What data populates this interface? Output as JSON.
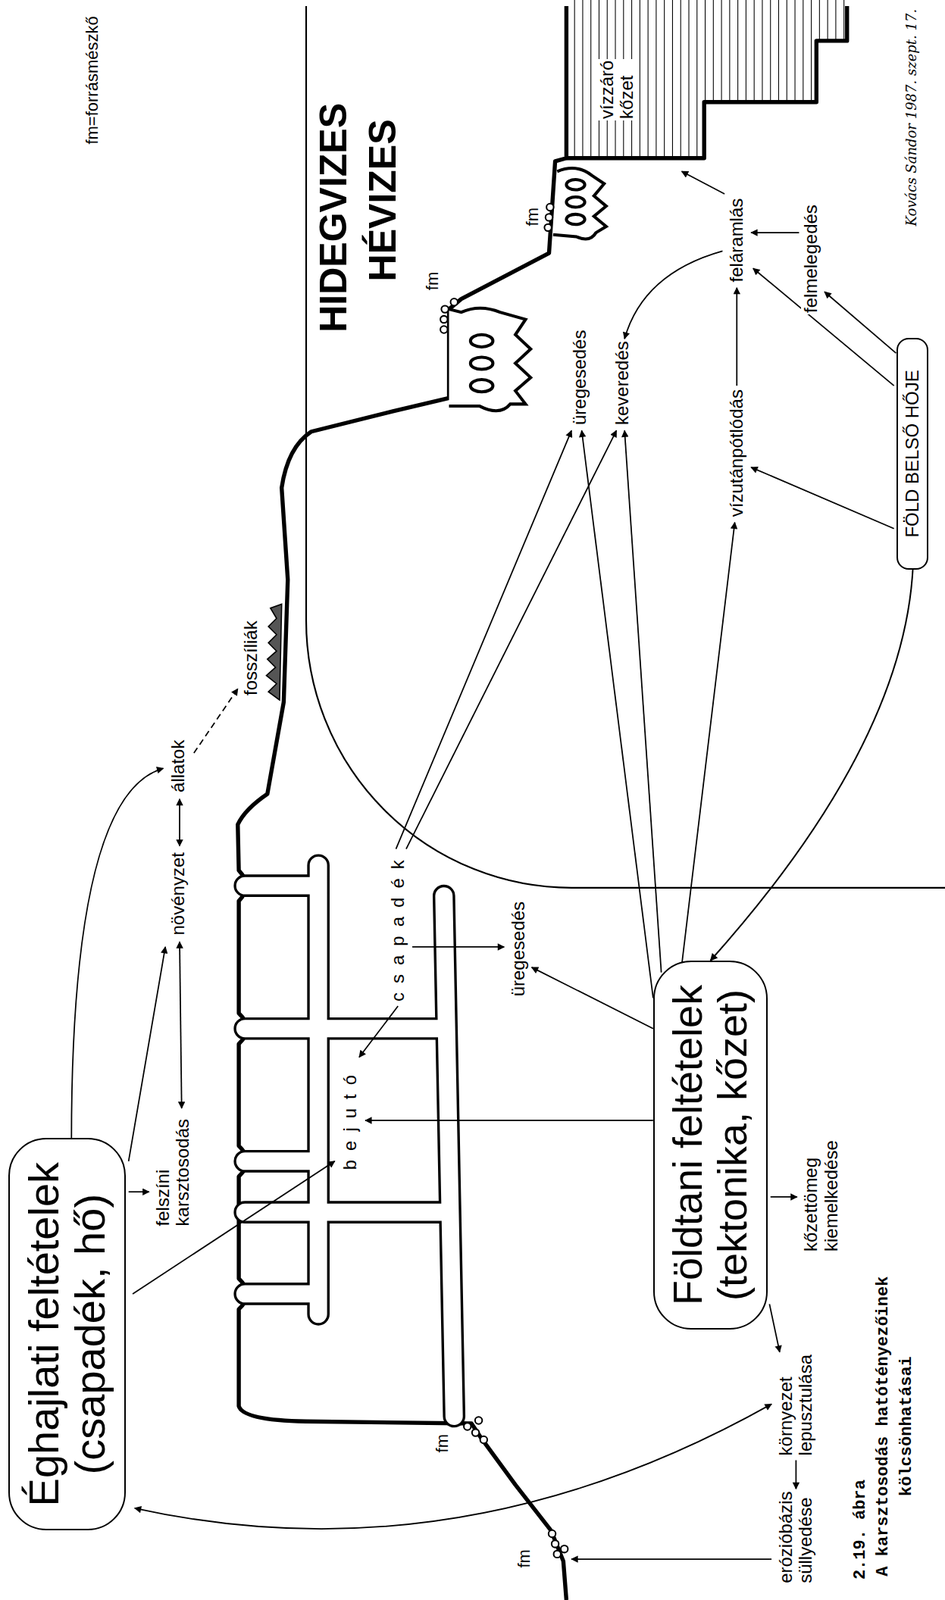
{
  "diagram": {
    "title": "2.19. ábra",
    "caption": "A karsztosodás hatótényezőinek kölcsönhatásai",
    "nodes": [
      {
        "text": [
          "Éghajlati feltételek",
          "(csapadék, hő)"
        ]
      },
      {
        "text": [
          "Földtani feltételek",
          "(tektonika, kőzet)"
        ]
      },
      {
        "text": [
          "FÖLD BELSŐ HŐJE"
        ]
      }
    ],
    "edges": [
      {
        "from": 2,
        "to": 1,
        "arrow": "to"
      }
    ],
    "labels": [
      "fm=forrásmészkő",
      "HIDEGVIZES",
      "HÉVIZES",
      "felszíni karsztosodás",
      "növényzet",
      "állatok",
      "fosszíliák",
      "bejutó",
      "csapadék",
      "üregesedés",
      "üregesedés",
      "keveredés",
      "vízutánpótlódás",
      "feláramlás",
      "felmelegedés",
      "vízzáró kőzet",
      "fm",
      "fm",
      "fm",
      "fm",
      "kőzettömeg kiemelkedése",
      "környezet lepusztulása",
      "erózióbázis süllyedése",
      "Kovács Sándor 1987. szept. 17."
    ]
  }
}
